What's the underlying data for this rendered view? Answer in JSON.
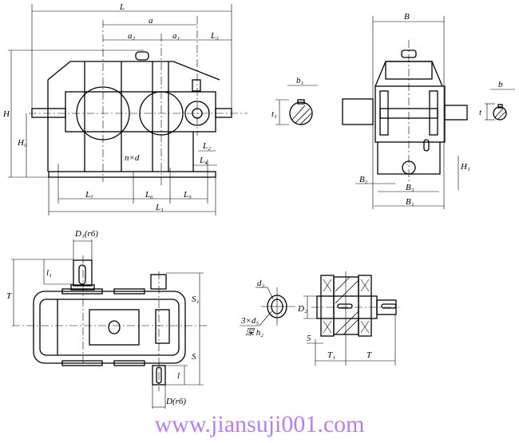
{
  "front_view": {
    "L": "L",
    "a": "a",
    "a2": "a₂",
    "a1": "a₁",
    "L3": "L₃",
    "H": "H",
    "H0": "H₀",
    "L2": "L₂",
    "L4": "L₄",
    "nxd": "n×d",
    "L7": "L₇",
    "L6": "L₆",
    "L5": "L₅",
    "L1": "L₁"
  },
  "side_view": {
    "B": "B",
    "B1": "B₁",
    "B2": "B₂",
    "B3": "B₃",
    "H1": "H₁"
  },
  "key_sections": {
    "b1": "b₁",
    "t1": "t₁",
    "b": "b",
    "t": "t"
  },
  "top_view": {
    "D1": "D₁(r6)",
    "l1": "l₁",
    "T": "T",
    "S1": "S₁",
    "S": "S",
    "l": "l",
    "D": "D(r6)"
  },
  "flange_detail": {
    "d2": "d₂",
    "holes": "3×d₅",
    "depth": "深 h₂"
  },
  "bearing_detail": {
    "D2": "D₂",
    "five": "5",
    "T1": "T₁",
    "T": "T"
  },
  "watermark": {
    "text": "www.jiansuji001.com",
    "color": "#b77ef0"
  }
}
